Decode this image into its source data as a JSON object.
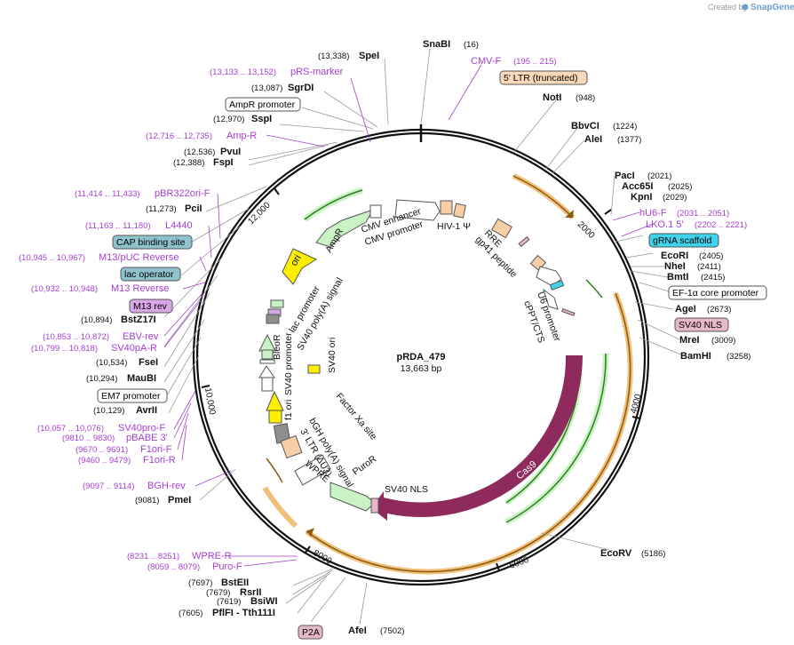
{
  "brand": {
    "prefix": "Created by",
    "name": "SnapGene"
  },
  "plasmid": {
    "name": "pRDA_479",
    "length_label": "13,663 bp"
  },
  "ticks": [
    "2000",
    "4000",
    "6000",
    "8000",
    "10,000",
    "12,000"
  ],
  "sites": [
    {
      "name": "SnaBI",
      "pos": "(16)"
    },
    {
      "name": "SpeI",
      "pos": "(13,338)"
    },
    {
      "name": "SgrDI",
      "pos": "(13,087)"
    },
    {
      "name": "SspI",
      "pos": "(12,970)"
    },
    {
      "name": "PvuI",
      "pos": "(12,536)"
    },
    {
      "name": "FspI",
      "pos": "(12,388)"
    },
    {
      "name": "PciI",
      "pos": "(11,273)"
    },
    {
      "name": "BstZ17I",
      "pos": "(10,894)"
    },
    {
      "name": "FseI",
      "pos": "(10,534)"
    },
    {
      "name": "MauBI",
      "pos": "(10,294)"
    },
    {
      "name": "AvrII",
      "pos": "(10,129)"
    },
    {
      "name": "PmeI",
      "pos": "(9081)"
    },
    {
      "name": "BstEII",
      "pos": "(7697)"
    },
    {
      "name": "RsrII",
      "pos": "(7679)"
    },
    {
      "name": "BsiWI",
      "pos": "(7619)"
    },
    {
      "name": "PflFI - Tth111I",
      "pos": "(7605)"
    },
    {
      "name": "AfeI",
      "pos": "(7502)"
    },
    {
      "name": "NotI",
      "pos": "(948)"
    },
    {
      "name": "BbvCI",
      "pos": "(1224)"
    },
    {
      "name": "AleI",
      "pos": "(1377)"
    },
    {
      "name": "PacI",
      "pos": "(2021)"
    },
    {
      "name": "Acc65I",
      "pos": "(2025)"
    },
    {
      "name": "KpnI",
      "pos": "(2029)"
    },
    {
      "name": "EcoRI",
      "pos": "(2405)"
    },
    {
      "name": "NheI",
      "pos": "(2411)"
    },
    {
      "name": "BmtI",
      "pos": "(2415)"
    },
    {
      "name": "AgeI",
      "pos": "(2673)"
    },
    {
      "name": "MreI",
      "pos": "(3009)"
    },
    {
      "name": "BamHI",
      "pos": "(3258)"
    },
    {
      "name": "EcoRV",
      "pos": "(5186)"
    }
  ],
  "primers": [
    {
      "name": "CMV-F",
      "pos": "(195 .. 215)"
    },
    {
      "name": "pRS-marker",
      "pos": "(13,133 .. 13,152)"
    },
    {
      "name": "Amp-R",
      "pos": "(12,716 .. 12,735)"
    },
    {
      "name": "pBR322ori-F",
      "pos": "(11,414 .. 11,433)"
    },
    {
      "name": "L4440",
      "pos": "(11,163 .. 11,180)"
    },
    {
      "name": "M13/pUC Reverse",
      "pos": "(10,945 .. 10,967)"
    },
    {
      "name": "M13 Reverse",
      "pos": "(10,932 .. 10,948)"
    },
    {
      "name": "EBV-rev",
      "pos": "(10,853 .. 10,872)"
    },
    {
      "name": "SV40pA-R",
      "pos": "(10,799 .. 10,818)"
    },
    {
      "name": "SV40pro-F",
      "pos": "(10,057 .. 10,076)"
    },
    {
      "name": "pBABE 3'",
      "pos": "(9810 .. 9830)"
    },
    {
      "name": "F1ori-F",
      "pos": "(9670 .. 9691)"
    },
    {
      "name": "F1ori-R",
      "pos": "(9460 .. 9479)"
    },
    {
      "name": "BGH-rev",
      "pos": "(9097 .. 9114)"
    },
    {
      "name": "WPRE-R",
      "pos": "(8231 .. 8251)"
    },
    {
      "name": "Puro-F",
      "pos": "(8059 .. 8079)"
    },
    {
      "name": "hU6-F",
      "pos": "(2031 .. 2051)"
    },
    {
      "name": "LKO.1 5'",
      "pos": "(2202 .. 2221)"
    }
  ],
  "boxed": [
    {
      "label": "5' LTR (truncated)",
      "color": "#fbd9b8"
    },
    {
      "label": "AmpR promoter",
      "color": "#ffffff"
    },
    {
      "label": "CAP binding site",
      "color": "#8fc3cc"
    },
    {
      "label": "lac operator",
      "color": "#8fc3cc"
    },
    {
      "label": "M13 rev",
      "color": "#d9a6e8"
    },
    {
      "label": "EM7 promoter",
      "color": "#ffffff"
    },
    {
      "label": "P2A",
      "color": "#e6b7c9"
    },
    {
      "label": "gRNA scaffold",
      "color": "#3fd3ee"
    },
    {
      "label": "EF-1α core promoter",
      "color": "#ffffff"
    },
    {
      "label": "SV40 NLS",
      "color": "#e6b7c9"
    }
  ],
  "features": [
    "CMV enhancer",
    "CMV promoter",
    "HIV-1 Ψ",
    "RRE",
    "gp41 peptide",
    "U6 promoter",
    "cPPT/CTS",
    "AmpR",
    "ori",
    "lac promoter",
    "SV40 poly(A) signal",
    "SV40 ori",
    "BleoR",
    "SV40 promoter",
    "f1 ori",
    "bGH poly(A) signal",
    "3' LTR (ΔU3)",
    "WPRE",
    "PuroR",
    "SV40 NLS",
    "Factor Xa site",
    "Cas9"
  ],
  "colors": {
    "cas9": "#8e2a5c",
    "promoter_green": "#c9f3c5",
    "ori_yellow": "#ffee00",
    "ltr_orange": "#f7cfa6",
    "primer_purple": "#a43fd0",
    "orange_band": "#f0c079"
  }
}
